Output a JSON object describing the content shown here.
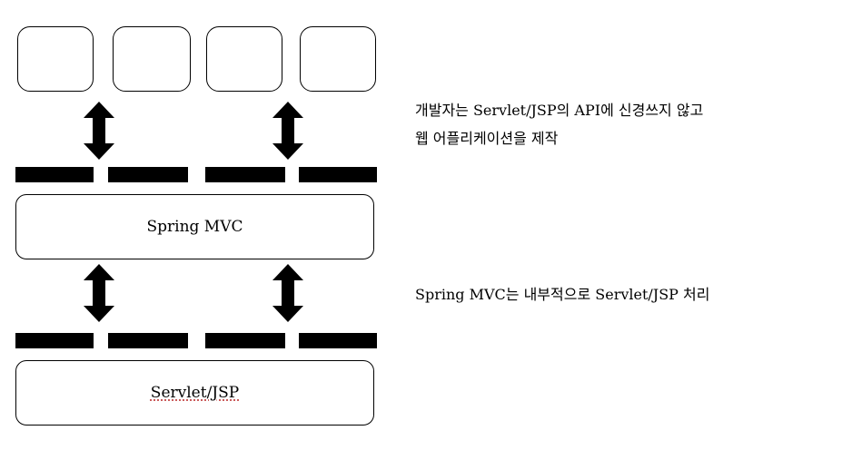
{
  "diagram": {
    "layers": {
      "spring_mvc_label": "Spring MVC",
      "servlet_jsp_label": "Servlet/JSP"
    },
    "notes": {
      "developer_line1": "개발자는 Servlet/JSP의 API에 신경쓰지 않고",
      "developer_line2": "웹 어플리케이션을 제작",
      "spring_mvc_note": "Spring MVC는 내부적으로 Servlet/JSP 처리"
    }
  },
  "colors": {
    "line": "#000000",
    "spellcheck_underline": "#c04040"
  }
}
